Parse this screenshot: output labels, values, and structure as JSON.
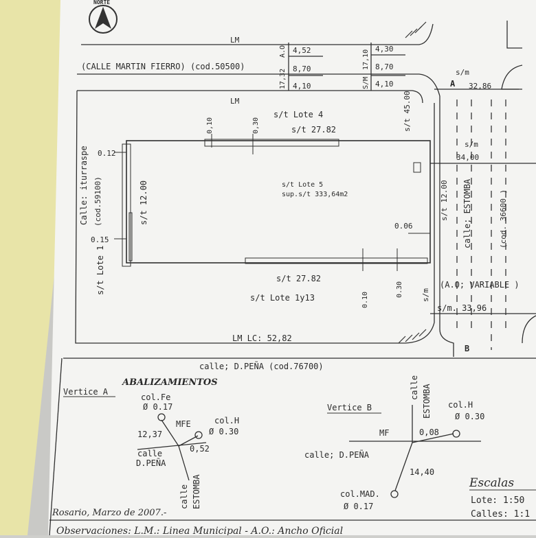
{
  "header": {
    "north": "NORTE",
    "lm_top": "LM",
    "street": "(CALLE MARTIN FIERRO) (cod.50500)",
    "left_widths": [
      "4,52",
      "8,70",
      "4,10"
    ],
    "left_totals": [
      "A.O",
      "17,32"
    ],
    "right_widths": [
      "4,30",
      "8,70",
      "4,10"
    ],
    "right_totals": [
      "17,10",
      "S/M"
    ],
    "lm_inner": "LM"
  },
  "plan": {
    "lote4": "s/t Lote 4",
    "top_dim_a": "0,10",
    "top_dim_b": "0,30",
    "top_len": "s/t 27.82",
    "left_offset_top": "0.12",
    "left_street": "Calle: iturraspe",
    "left_code": "(cod.59100)",
    "left_len": "s/t 12.00",
    "left_offset_bottom": "0.15",
    "left_lote": "s/t Lote 1",
    "lote5": "s/t Lote 5",
    "area": "sup.s/t 333,64m2",
    "right_offset": "0.06",
    "right_len": "s/t 12.00",
    "right_top_len": "s/t 45.00",
    "bottom_len": "s/t 27.82",
    "bottom_dim_a": "0.10",
    "bottom_dim_b": "0.30",
    "bottom_sm": "s/m",
    "lote1y13": "s/t Lote 1y13",
    "lm_lc": "LM LC: 52,82"
  },
  "right_street": {
    "vertex_a": "A",
    "sm_top": "s/m",
    "sm_top_val": "32,86",
    "sm_mid": "s/m",
    "width": "34,00",
    "name": "calle; ESTOMBA",
    "code": "(cod. 36600 )",
    "ao": "(A.O; VARIABLE )",
    "sm_bottom": "s/m. 33,96",
    "vertex_b": "B"
  },
  "bottom_street": "calle; D.PEÑA (cod.76700)",
  "abalizamientos": {
    "title": "ABALIZAMIENTOS",
    "vertex_a": {
      "label": "Vertice A",
      "col_fe": "col.Fe",
      "col_fe_d": "Ø 0.17",
      "mfe": "MFE",
      "col_h": "col.H",
      "col_h_d": "Ø 0.30",
      "dist1": "12,37",
      "dist2": "0,52",
      "street1": "calle",
      "street1b": "D.PEÑA",
      "street2": "calle",
      "street2b": "ESTOMBA"
    },
    "vertex_b": {
      "label": "Vertice B",
      "street1": "calle",
      "street1b": "ESTOMBA",
      "col_h": "col.H",
      "col_h_d": "Ø 0.30",
      "mf": "MF",
      "dist1": "0,08",
      "street2": "calle; D.PEÑA",
      "dist2": "14,40",
      "col_mad": "col.MAD.",
      "col_mad_d": "Ø 0.17"
    }
  },
  "escalas": {
    "title": "Escalas",
    "lote": "Lote: 1:50",
    "calles": "Calles: 1:1"
  },
  "footer": {
    "place_date": "Rosario, Marzo de 2007.-",
    "observaciones": "Observaciones: L.M.: Linea Municipal - A.O.: Ancho Oficial"
  }
}
